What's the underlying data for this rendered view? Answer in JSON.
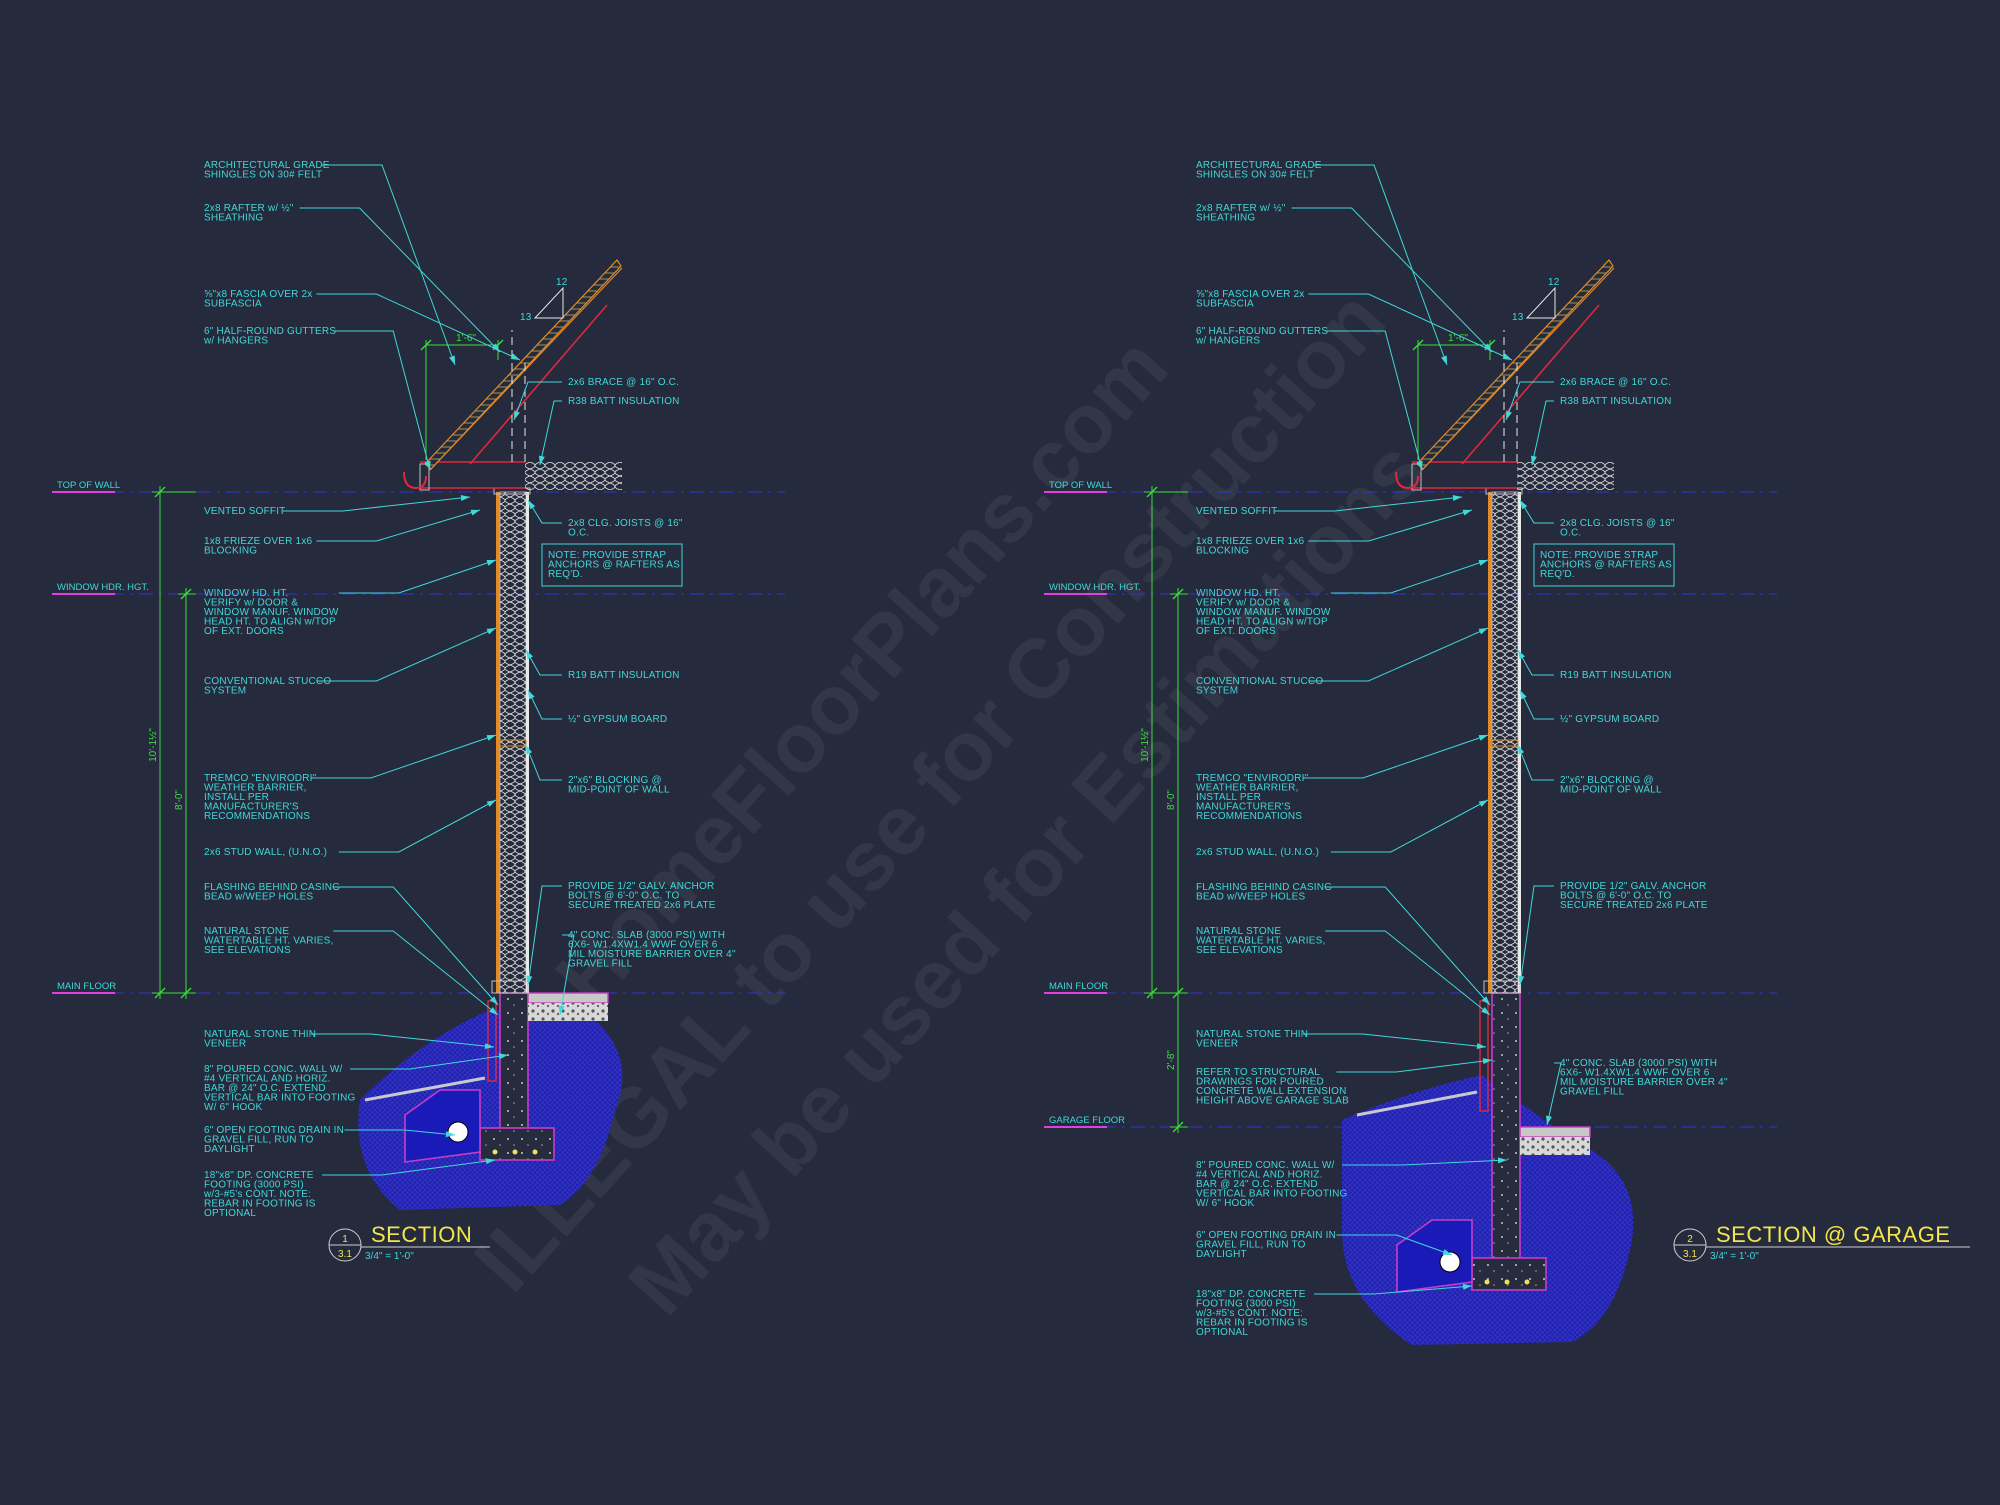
{
  "sections": [
    {
      "title": "SECTION",
      "scale": "3/4\" = 1'-0\"",
      "bubble_num": "1",
      "bubble_sheet": "3.1",
      "pitch_rise": "12",
      "pitch_run": "13",
      "overhang_dim": "1'-6\"",
      "overall_dim": "10'-1½\"",
      "wall_dim": "8'-0\"",
      "levels": {
        "top_of_wall": "TOP OF WALL",
        "window_hdr": "WINDOW HDR. HGT.",
        "main_floor": "MAIN FLOOR"
      },
      "left_notes": [
        [
          "ARCHITECTURAL GRADE",
          "SHINGLES ON 30# FELT"
        ],
        [
          "2x8 RAFTER w/ ½\"",
          "SHEATHING"
        ],
        [
          "⅝\"x8 FASCIA OVER 2x",
          "SUBFASCIA"
        ],
        [
          "6\" HALF-ROUND  GUTTERS",
          "w/ HANGERS"
        ],
        [
          "VENTED SOFFIT"
        ],
        [
          "1x8 FRIEZE OVER 1x6",
          "BLOCKING"
        ],
        [
          "WINDOW HD. HT.",
          "VERIFY w/ DOOR &",
          "WINDOW MANUF. WINDOW",
          "HEAD HT. TO ALIGN w/TOP",
          "OF EXT. DOORS"
        ],
        [
          "CONVENTIONAL STUCCO",
          "SYSTEM"
        ],
        [
          "TREMCO \"ENVIRODRI\"",
          "WEATHER BARRIER,",
          "INSTALL PER",
          "MANUFACTURER'S",
          "RECOMMENDATIONS"
        ],
        [
          "2x6 STUD WALL, (U.N.O.)"
        ],
        [
          "FLASHING BEHIND CASING",
          "BEAD w/WEEP HOLES"
        ],
        [
          "NATURAL STONE",
          "WATERTABLE HT. VARIES,",
          "SEE ELEVATIONS"
        ],
        [
          "NATURAL STONE THIN",
          "VENEER"
        ],
        [
          "8\" POURED CONC. WALL W/",
          "#4 VERTICAL AND HORIZ.",
          "BAR @ 24\" O.C. EXTEND",
          "VERTICAL BAR INTO FOOTING",
          "W/ 6\" HOOK"
        ],
        [
          "6\" OPEN FOOTING DRAIN IN",
          "GRAVEL FILL, RUN TO",
          "DAYLIGHT"
        ],
        [
          "18\"x8\" DP. CONCRETE",
          "FOOTING (3000 PSI)",
          "w/3-#5's CONT. NOTE:",
          "REBAR IN FOOTING IS",
          "OPTIONAL"
        ]
      ],
      "right_notes": [
        [
          "2x6 BRACE @ 16\" O.C."
        ],
        [
          "R38 BATT INSULATION"
        ],
        [
          "2x8 CLG. JOISTS @ 16\"",
          "O.C."
        ],
        [
          "R19 BATT INSULATION"
        ],
        [
          "½\" GYPSUM BOARD"
        ],
        [
          "2\"x6\" BLOCKING @",
          "MID-POINT OF WALL"
        ],
        [
          "PROVIDE 1/2\" GALV. ANCHOR",
          "BOLTS @ 6'-0\" O.C. TO",
          "SECURE TREATED 2x6 PLATE"
        ],
        [
          "4\" CONC. SLAB (3000 PSI) WITH",
          "6X6- W1.4XW1.4 WWF OVER 6",
          "MIL MOISTURE BARRIER OVER 4\"",
          "GRAVEL FILL"
        ]
      ],
      "note_box": [
        "NOTE: PROVIDE STRAP",
        "ANCHORS @ RAFTERS AS",
        "REQ'D."
      ]
    },
    {
      "title": "SECTION @ GARAGE",
      "scale": "3/4\" = 1'-0\"",
      "bubble_num": "2",
      "bubble_sheet": "3.1",
      "pitch_rise": "12",
      "pitch_run": "13",
      "overhang_dim": "1'-6\"",
      "overall_dim": "10'-1½\"",
      "wall_dim": "8'-0\"",
      "step_dim": "2'-8\"",
      "levels": {
        "top_of_wall": "TOP OF WALL",
        "window_hdr": "WINDOW HDR. HGT.",
        "main_floor": "MAIN FLOOR",
        "garage_floor": "GARAGE FLOOR"
      },
      "left_notes": [
        [
          "ARCHITECTURAL GRADE",
          "SHINGLES ON 30# FELT"
        ],
        [
          "2x8 RAFTER w/ ½\"",
          "SHEATHING"
        ],
        [
          "⅝\"x8 FASCIA OVER 2x",
          "SUBFASCIA"
        ],
        [
          "6\" HALF-ROUND  GUTTERS",
          "w/ HANGERS"
        ],
        [
          "VENTED SOFFIT"
        ],
        [
          "1x8 FRIEZE OVER 1x6",
          "BLOCKING"
        ],
        [
          "WINDOW HD. HT.",
          "VERIFY w/ DOOR &",
          "WINDOW MANUF. WINDOW",
          "HEAD HT. TO ALIGN w/TOP",
          "OF EXT. DOORS"
        ],
        [
          "CONVENTIONAL STUCCO",
          "SYSTEM"
        ],
        [
          "TREMCO \"ENVIRODRI\"",
          "WEATHER BARRIER,",
          "INSTALL PER",
          "MANUFACTURER'S",
          "RECOMMENDATIONS"
        ],
        [
          "2x6 STUD WALL, (U.N.O.)"
        ],
        [
          "FLASHING BEHIND CASING",
          "BEAD w/WEEP HOLES"
        ],
        [
          "NATURAL STONE",
          "WATERTABLE HT. VARIES,",
          "SEE ELEVATIONS"
        ],
        [
          "NATURAL STONE THIN",
          "VENEER"
        ],
        [
          "REFER TO STRUCTURAL",
          "DRAWINGS FOR POURED",
          "CONCRETE WALL EXTENSION",
          "HEIGHT ABOVE GARAGE SLAB"
        ],
        [
          "8\" POURED CONC. WALL W/",
          "#4 VERTICAL AND HORIZ.",
          "BAR @ 24\" O.C. EXTEND",
          "VERTICAL BAR INTO FOOTING",
          "W/ 6\" HOOK"
        ],
        [
          "6\" OPEN FOOTING DRAIN IN",
          "GRAVEL FILL, RUN TO",
          "DAYLIGHT"
        ],
        [
          "18\"x8\" DP. CONCRETE",
          "FOOTING (3000 PSI)",
          "w/3-#5's CONT. NOTE:",
          "REBAR IN FOOTING IS",
          "OPTIONAL"
        ]
      ],
      "right_notes": [
        [
          "2x6 BRACE @ 16\" O.C."
        ],
        [
          "R38 BATT INSULATION"
        ],
        [
          "2x8 CLG. JOISTS @ 16\"",
          "O.C."
        ],
        [
          "R19 BATT INSULATION"
        ],
        [
          "½\" GYPSUM BOARD"
        ],
        [
          "2\"x6\" BLOCKING @",
          "MID-POINT OF WALL"
        ],
        [
          "PROVIDE 1/2\" GALV. ANCHOR",
          "BOLTS @ 6'-0\" O.C. TO",
          "SECURE TREATED 2x6 PLATE"
        ],
        [
          "4\" CONC. SLAB (3000 PSI) WITH",
          "6X6- W1.4XW1.4 WWF OVER 6",
          "MIL MOISTURE BARRIER OVER 4\"",
          "GRAVEL FILL"
        ]
      ],
      "note_box": [
        "NOTE: PROVIDE STRAP",
        "ANCHORS @ RAFTERS AS",
        "REQ'D."
      ]
    }
  ],
  "watermark": [
    "© HomeFloorPlans.com",
    "ILLEGAL to use for Construction",
    "May be used for Estimations"
  ],
  "colors": {
    "background": "#252a3c",
    "leader": "#40d8d8",
    "dimension": "#3ce03c",
    "level_underline": "#e040e0",
    "level_line": "#2b35d8",
    "title": "#f2e64a",
    "earth": "#2525b8",
    "framing": "#e0283c",
    "stucco": "#e08a28",
    "foundation": "#c83cc8"
  }
}
